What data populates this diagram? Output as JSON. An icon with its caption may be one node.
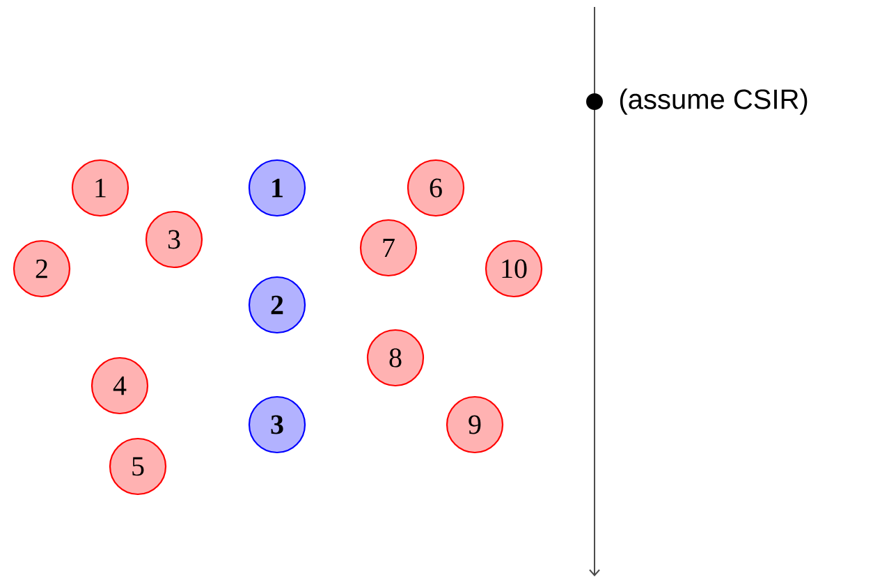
{
  "diagram": {
    "nodes": [
      {
        "text": [
          "1"
        ]
      },
      {
        "text": [
          "2"
        ]
      },
      {
        "text": [
          "3"
        ]
      },
      {
        "text": [
          "4"
        ]
      },
      {
        "text": [
          "5"
        ]
      },
      {
        "text": [
          "1"
        ]
      },
      {
        "text": [
          "2"
        ]
      },
      {
        "text": [
          "3"
        ]
      },
      {
        "text": [
          "6"
        ]
      },
      {
        "text": [
          "7"
        ]
      },
      {
        "text": [
          "8"
        ]
      },
      {
        "text": [
          "9"
        ]
      },
      {
        "text": [
          "10"
        ]
      }
    ],
    "labels": [
      "(assume CSIR)"
    ]
  }
}
